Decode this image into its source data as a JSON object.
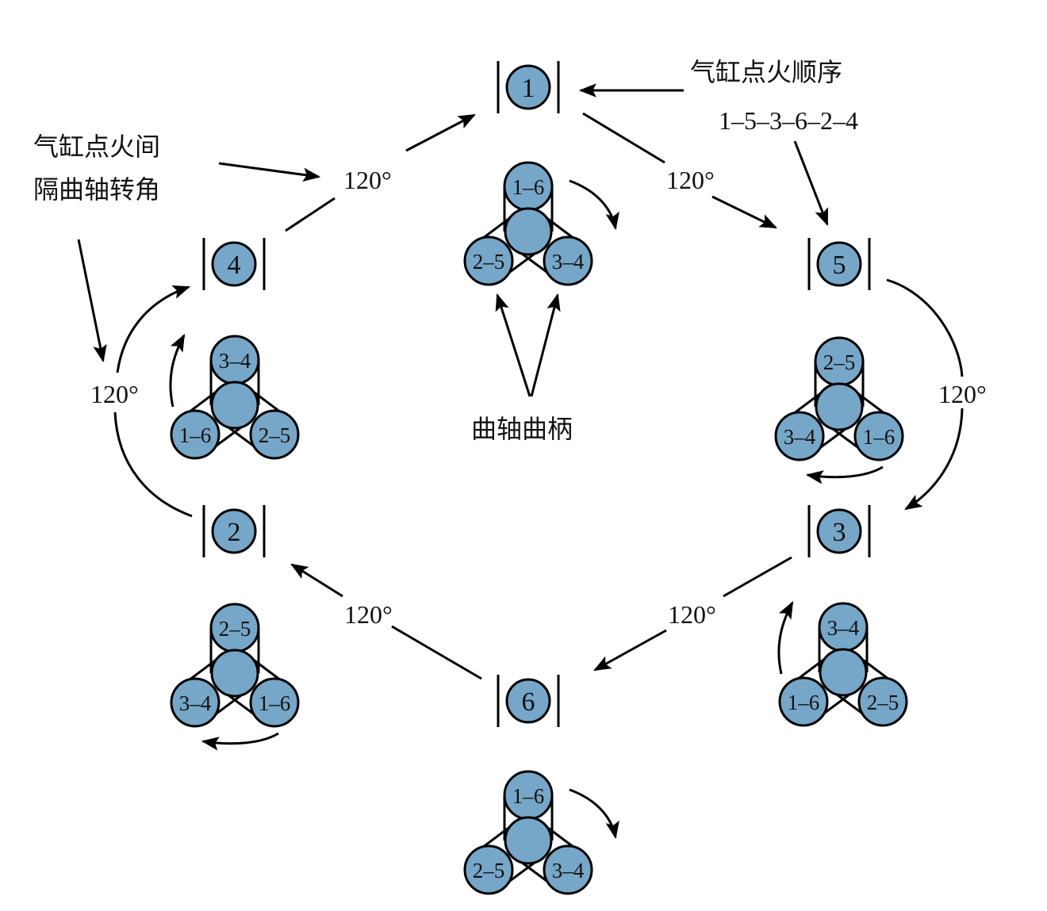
{
  "colors": {
    "journal_fill": "#76a6c8",
    "stroke": "#000000"
  },
  "labels": {
    "firing_order_title": "气缸点火顺序",
    "firing_order_sequence": "1–5–3–6–2–4",
    "interval_angle_line1": "气缸点火间",
    "interval_angle_line2": "隔曲轴转角",
    "crank_throw": "曲轴曲柄"
  },
  "cylinders": [
    {
      "id": "cyl-1",
      "number": "1",
      "crank": {
        "top": "1–6",
        "left": "2–5",
        "right": "3–4",
        "rotation": "clockwise"
      }
    },
    {
      "id": "cyl-5",
      "number": "5",
      "crank": {
        "top": "2–5",
        "left": "3–4",
        "right": "1–6",
        "rotation": "bottom-left"
      }
    },
    {
      "id": "cyl-3",
      "number": "3",
      "crank": {
        "top": "3–4",
        "left": "1–6",
        "right": "2–5",
        "rotation": "counterclockwise-up"
      }
    },
    {
      "id": "cyl-6",
      "number": "6",
      "crank": {
        "top": "1–6",
        "left": "2–5",
        "right": "3–4",
        "rotation": "clockwise"
      }
    },
    {
      "id": "cyl-2",
      "number": "2",
      "crank": {
        "top": "2–5",
        "left": "3–4",
        "right": "1–6",
        "rotation": "bottom-left"
      }
    },
    {
      "id": "cyl-4",
      "number": "4",
      "crank": {
        "top": "3–4",
        "left": "1–6",
        "right": "2–5",
        "rotation": "counterclockwise-up"
      }
    }
  ],
  "transitions": [
    {
      "from": "1",
      "to": "5",
      "angle": "120°"
    },
    {
      "from": "5",
      "to": "3",
      "angle": "120°"
    },
    {
      "from": "3",
      "to": "6",
      "angle": "120°"
    },
    {
      "from": "6",
      "to": "2",
      "angle": "120°"
    },
    {
      "from": "2",
      "to": "4",
      "angle": "120°"
    },
    {
      "from": "4",
      "to": "1",
      "angle": "120°"
    }
  ]
}
